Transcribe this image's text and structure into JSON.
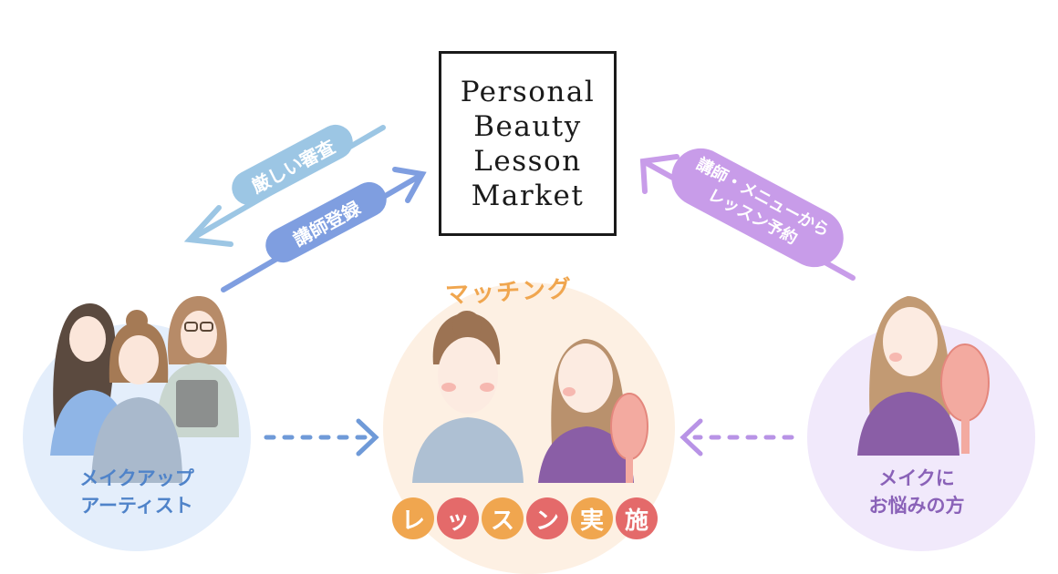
{
  "logo": {
    "lines": [
      "Personal",
      "Beauty",
      "Lesson",
      "Market"
    ]
  },
  "arrows": {
    "strict_review": "厳しい審査",
    "instructor_registration": "講師登録",
    "reserve_line1": "講師・メニューから",
    "reserve_line2": "レッスン予約"
  },
  "center": {
    "matching": "マッチング",
    "lesson_chars": [
      "レ",
      "ッ",
      "ス",
      "ン",
      "実",
      "施"
    ]
  },
  "left_group": {
    "label_line1": "メイクアップ",
    "label_line2": "アーティスト"
  },
  "right_group": {
    "label_line1": "メイクに",
    "label_line2": "お悩みの方"
  },
  "colors": {
    "left_bg": "#e4eefb",
    "center_bg": "#fdf0e3",
    "right_bg": "#f1e9fb",
    "lesson_orange": "#f0a64f",
    "lesson_red": "#e46a6a",
    "review_blue": "#9cc6e4",
    "register_blue": "#7f9ee0",
    "reserve_purple": "#c89ce9"
  }
}
